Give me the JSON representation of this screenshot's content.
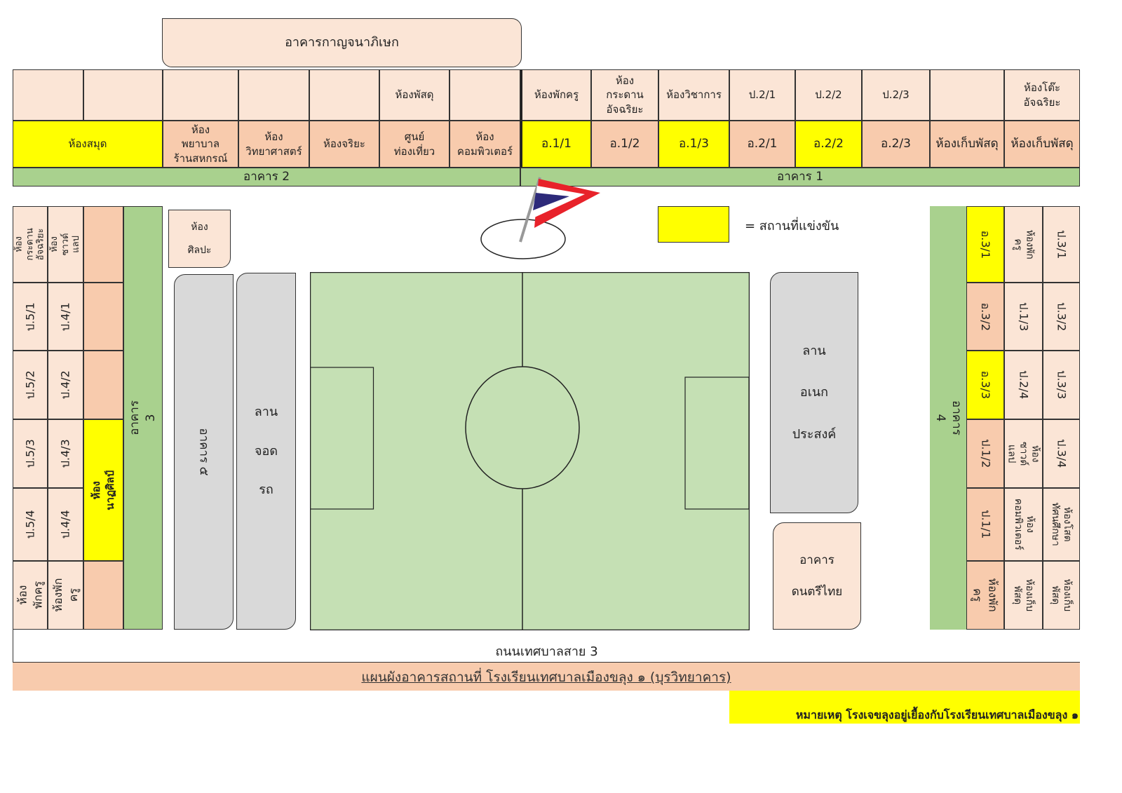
{
  "top_building": "อาคารกาญจนาภิเษก",
  "building_row_top": [
    "",
    "",
    "",
    "",
    "",
    "ห้องพัสดุ",
    "",
    "ห้องพักครู",
    "ห้อง\nกระดาน\nอัจฉริยะ",
    "ห้องวิชาการ",
    "ป.2/1",
    "ป.2/2",
    "ป.2/3",
    "",
    "ห้องโต๊ะ\nอัจฉริยะ"
  ],
  "building_row_bottom": [
    "ห้องสมุด",
    "ห้อง\nพยาบาล\nร้านสหกรณ์",
    "ห้อง\nวิทยาศาสตร์",
    "ห้องจริยะ",
    "ศูนย์\nท่องเที่ยว",
    "ห้อง\nคอมพิวเตอร์",
    "อ.1/1",
    "อ.1/2",
    "อ.1/3",
    "อ.2/1",
    "อ.2/2",
    "อ.2/3",
    "ห้องเก็บพัสดุ",
    "ห้องเก็บพัสดุ"
  ],
  "building_2_label": "อาคาร 2",
  "building_1_label": "อาคาร 1",
  "building_3": {
    "label": "อาคาร 3",
    "col1": [
      "ห้องกระดาน\nอัจฉริยะ",
      "ป.5/1",
      "ป.5/2",
      "ป.5/3",
      "ป.5/4",
      "ห้องพักครู"
    ],
    "col2": [
      "ห้องซาวด์\nแลป",
      "ป.4/1",
      "ป.4/2",
      "ป.4/3",
      "ป.4/4",
      "ห้องพักครู"
    ],
    "col3_highlight": "ห้องนาฏศิลป์"
  },
  "art_room": "ห้อง\nศิลปะ",
  "building_5": "อาคาร ๕",
  "parking": "ลาน\nจอด\nรถ",
  "multipurpose": "ลาน\nอเนก\nประสงค์",
  "thai_music": "อาคาร\nดนตรีไทย",
  "building_4": {
    "label": "อาคาร 4",
    "col1": [
      "อ.3/1",
      "อ.3/2",
      "อ.3/3",
      "ป.1/2",
      "ป.1/1",
      "ห้องพักครู"
    ],
    "col2": [
      "ห้องพักครู",
      "ป.1/3",
      "ป.2/4",
      "ห้องซาวด์\nแลป",
      "ห้อง\nคอมพิวเตอร์",
      "ห้องเก็บ\nพัสดุ"
    ],
    "col3": [
      "ป.3/1",
      "ป.3/2",
      "ป.3/3",
      "ป.3/4",
      "ห้องโสต\nทัศนศึกษา",
      "ห้องเก็บ\nพัสดุ"
    ]
  },
  "legend": "= สถานที่แข่งขัน",
  "road": "ถนนเทศบาลสาย 3",
  "title": "แผนผังอาคารสถานที่ โรงเรียนเทศบาลเมืองขลุง ๑ (บุรวิทยาคาร)",
  "note": "หมายเหตุ โรงเจขลุงอยู่เยื้องกับโรงเรียนเทศบาลเมืองขลุง ๑",
  "colors": {
    "highlight": "#ffff00",
    "green": "#a9d18e",
    "field": "#c5e0b4",
    "peach": "#f8cbad",
    "light_peach": "#fbe5d6"
  }
}
